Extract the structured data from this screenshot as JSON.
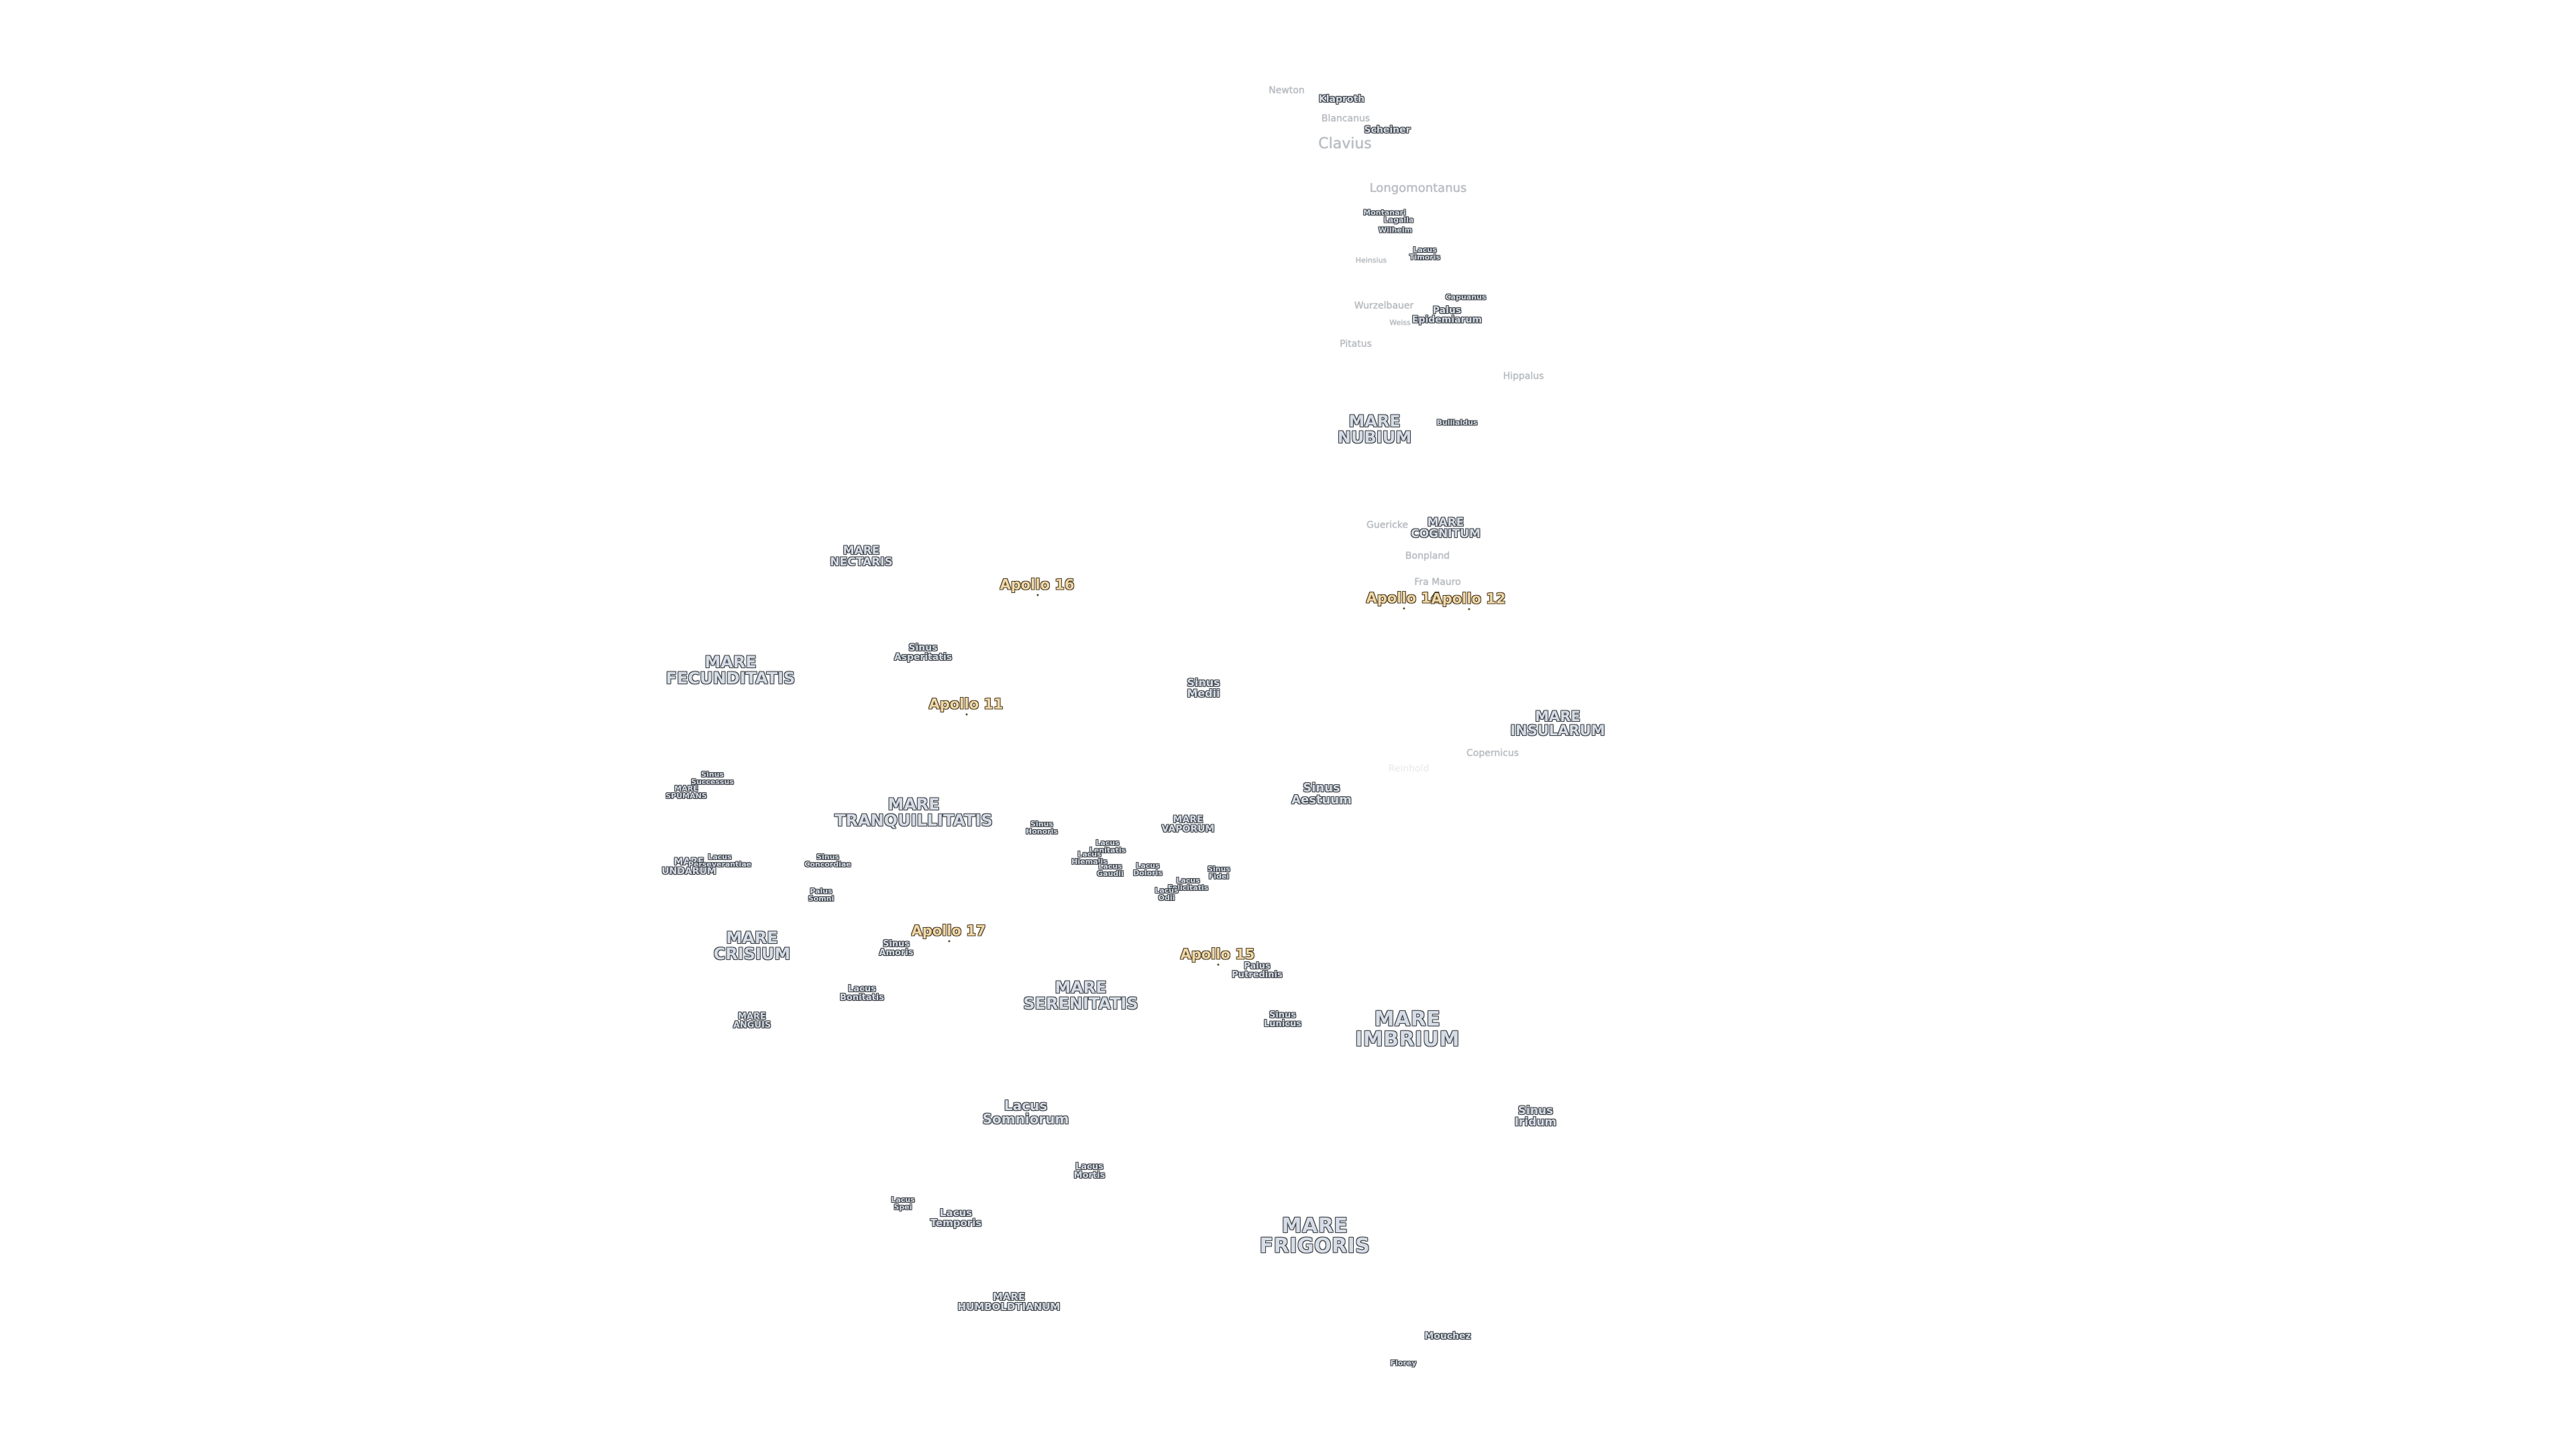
{
  "labels": {
    "newton": "Newton",
    "klaproth": "Klaproth",
    "blancanus": "Blancanus",
    "scheiner": "Scheiner",
    "clavius": "Clavius",
    "longomontanus": "Longomontanus",
    "montanari": "Montanari",
    "lagalla": "Lagalla",
    "wilhelm": "Wilhelm",
    "lacus_timoris": [
      "Lacus",
      "Timoris"
    ],
    "heinsius": "Heinsius",
    "capuanus": "Capuanus",
    "palus_epidemiarum": [
      "Palus",
      "Epidemiarum"
    ],
    "wurzelbauer": "Wurzelbauer",
    "weiss": "Weiss",
    "pitatus": "Pitatus",
    "hippalus": "Hippalus",
    "mare_nubium": [
      "MARE",
      "NUBIUM"
    ],
    "bullialdus": "Bullialdus",
    "guericke": "Guericke",
    "mare_cognitum": [
      "MARE",
      "COGNITUM"
    ],
    "bonpland": "Bonpland",
    "fra_mauro": "Fra Mauro",
    "apollo_14": "Apollo 14",
    "apollo_12": "Apollo 12",
    "apollo_16": "Apollo 16",
    "apollo_11": "Apollo 11",
    "apollo_17": "Apollo 17",
    "apollo_15": "Apollo 15",
    "mare_nectaris": [
      "MARE",
      "NECTARIS"
    ],
    "sinus_asperitatis": [
      "Sinus",
      "Asperitatis"
    ],
    "mare_fecunditatis": [
      "MARE",
      "FECUNDITATIS"
    ],
    "sinus_medii": [
      "Sinus",
      "Medii"
    ],
    "mare_insularum": [
      "MARE",
      "INSULARUM"
    ],
    "copernicus": "Copernicus",
    "reinhold": "Reinhold",
    "sinus_aestuum": [
      "Sinus",
      "Aestuum"
    ],
    "mare_spumans": [
      "MARE",
      "SPUMANS"
    ],
    "sinus_successus": [
      "Sinus",
      "Successus"
    ],
    "mare_tranquillitatis": [
      "MARE",
      "TRANQUILLITATIS"
    ],
    "sinus_honoris": [
      "Sinus",
      "Honoris"
    ],
    "lacus_lenitatis": [
      "Lacus",
      "Lenitatis"
    ],
    "lacus_hiemalis": [
      "Lacus",
      "Hiemalis"
    ],
    "lacus_gaudii": [
      "Lacus",
      "Gaudii"
    ],
    "lacus_doloris": [
      "Lacus",
      "Doloris"
    ],
    "mare_vaporum": [
      "MARE",
      "VAPORUM"
    ],
    "sinus_fidei": [
      "Sinus",
      "Fidei"
    ],
    "lacus_felicitatis": [
      "Lacus",
      "Felicitatis"
    ],
    "lacus_odii": [
      "Lacus",
      "Odii"
    ],
    "mare_undarum": [
      "MARE",
      "UNDARUM"
    ],
    "lacus_perseverantiae": [
      "Lacus",
      "Perseverantiae"
    ],
    "sinus_concordiae": [
      "Sinus",
      "Concordiae"
    ],
    "palus_somni": [
      "Palus",
      "Somni"
    ],
    "mare_crisium": [
      "MARE",
      "CRISIUM"
    ],
    "sinus_amoris": [
      "Sinus",
      "Amoris"
    ],
    "lacus_bonitatis": [
      "Lacus",
      "Bonitatis"
    ],
    "mare_anguis": [
      "MARE",
      "ANGUIS"
    ],
    "mare_serenitatis": [
      "MARE",
      "SERENITATIS"
    ],
    "palus_putredinis": [
      "Palus",
      "Putredinis"
    ],
    "sinus_lunicus": [
      "Sinus",
      "Lunicus"
    ],
    "mare_imbrium": [
      "MARE",
      "IMBRIUM"
    ],
    "lacus_somniorum": [
      "Lacus",
      "Somniorum"
    ],
    "sinus_iridum": [
      "Sinus",
      "Iridum"
    ],
    "lacus_mortis": [
      "Lacus",
      "Mortis"
    ],
    "lacus_spei": [
      "Lacus",
      "Spei"
    ],
    "lacus_temporis": [
      "Lacus",
      "Temporis"
    ],
    "mare_frigoris": [
      "MARE",
      "FRIGORIS"
    ],
    "mare_humboldtianum": [
      "MARE",
      "HUMBOLDTIANUM"
    ],
    "mouchez": "Mouchez",
    "florey": "Florey"
  }
}
